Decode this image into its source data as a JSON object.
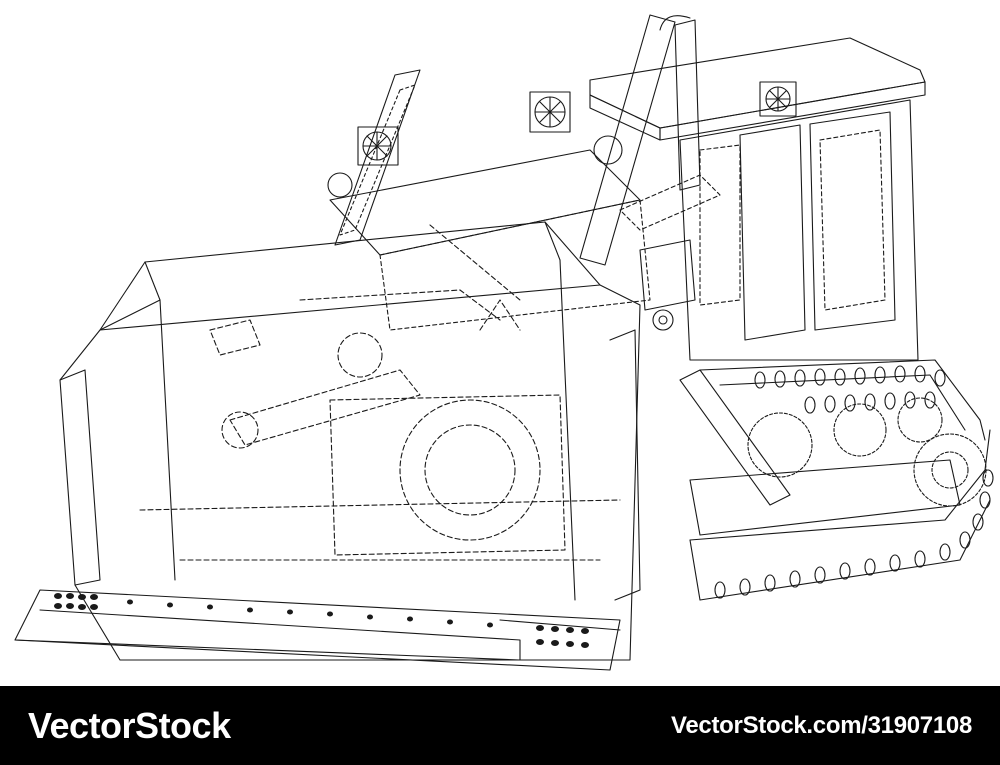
{
  "illustration": {
    "subject": "bulldozer wireframe",
    "line_color": "#1a1a1a",
    "background": "#ffffff"
  },
  "footer": {
    "brand": "VectorStock",
    "image_id": "VectorStock.com/31907108",
    "background": "#000000",
    "text_color": "#ffffff"
  }
}
